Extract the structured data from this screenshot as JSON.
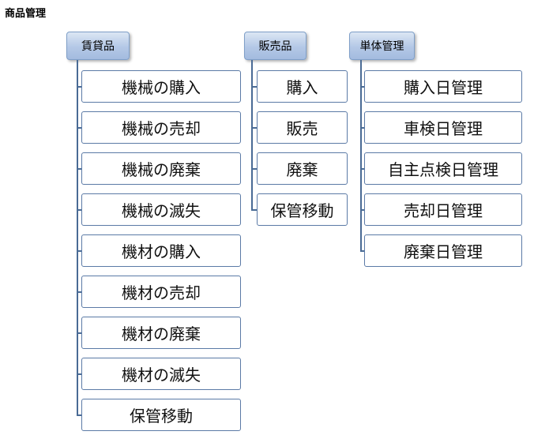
{
  "page_title": "商品管理",
  "groups": [
    {
      "header": "賃貸品",
      "items": [
        "機械の購入",
        "機械の売却",
        "機械の廃棄",
        "機械の滅失",
        "機材の購入",
        "機材の売却",
        "機材の廃棄",
        "機材の滅失",
        "保管移動"
      ]
    },
    {
      "header": "販売品",
      "items": [
        "購入",
        "販売",
        "廃棄",
        "保管移動"
      ]
    },
    {
      "header": "単体管理",
      "items": [
        "購入日管理",
        "車検日管理",
        "自主点検日管理",
        "売却日管理",
        "廃棄日管理"
      ]
    }
  ]
}
